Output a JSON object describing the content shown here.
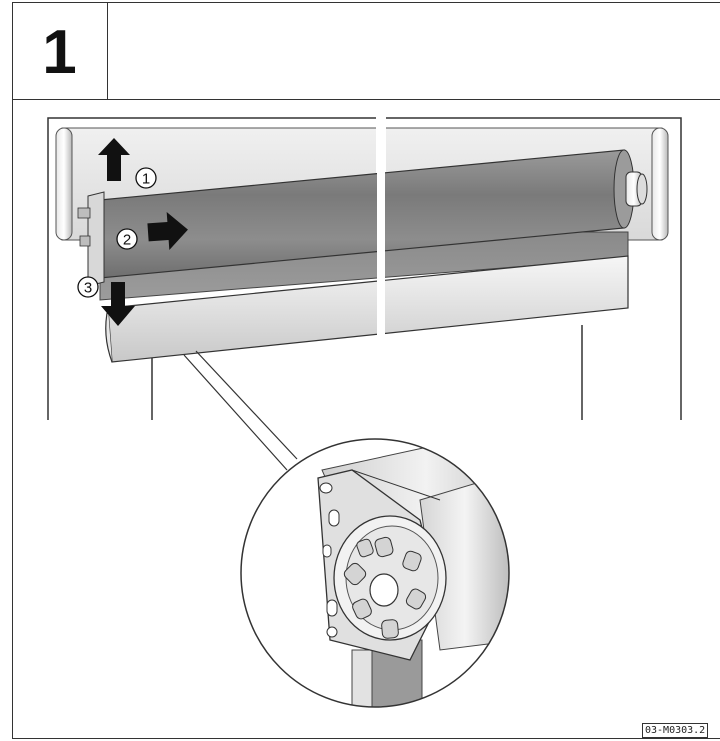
{
  "step": {
    "number": "1"
  },
  "callouts": [
    {
      "label": "1",
      "direction": "up"
    },
    {
      "label": "2",
      "direction": "right"
    },
    {
      "label": "3",
      "direction": "down"
    }
  ],
  "reference_code": "03-M0303.2"
}
